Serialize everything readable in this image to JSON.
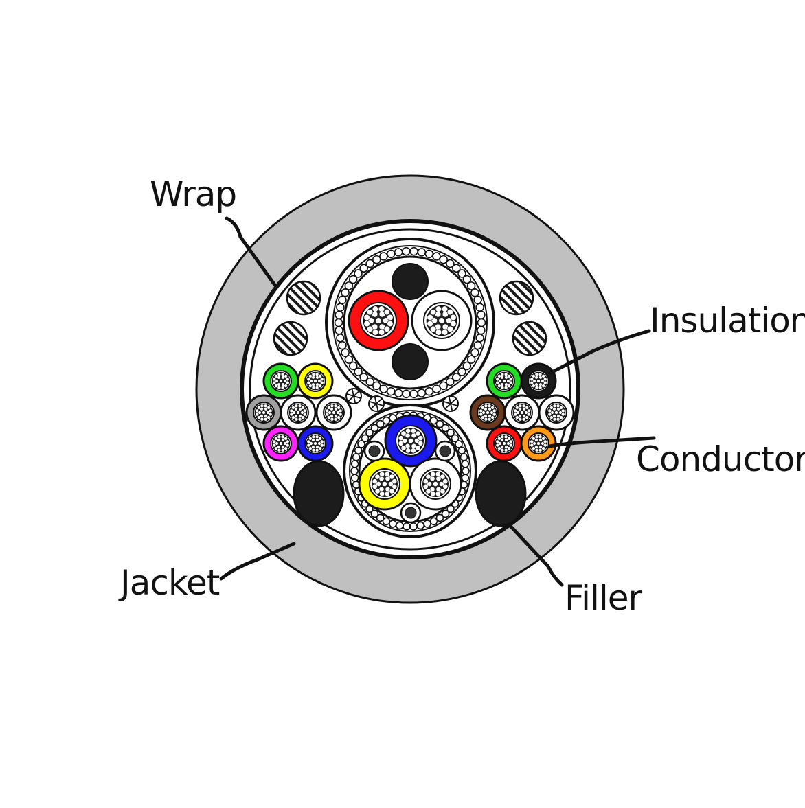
{
  "labels": {
    "wrap": "Wrap",
    "insulation": "Insulation",
    "conductor": "Conductor",
    "jacket": "Jacket",
    "filler": "Filler"
  },
  "colors": {
    "jacket": "#c0c0c0",
    "outline": "#111111",
    "filler": "#1c1c1c",
    "red": "#ff1010",
    "green": "#22dd22",
    "yellow": "#ffff00",
    "grey": "#a0a0a0",
    "magenta": "#ff22ff",
    "blue": "#1a1aee",
    "brown": "#6b3a1e",
    "orange": "#ff9a1a",
    "white": "#ffffff"
  }
}
